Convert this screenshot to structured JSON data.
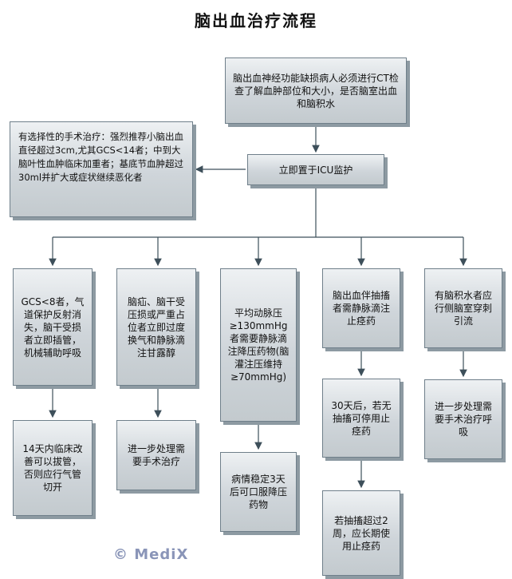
{
  "title": "脑出血治疗流程",
  "top": "脑出血神经功能缺损病人必须进行CT检查了解血肿部位和大小，是否脑室出血和脑积水",
  "icu": "立即置于ICU监护",
  "surgery": "有选择性的手术治疗：强烈推荐小脑出血直径超过3cm,尤其GCS<14者；中到大脑叶性血肿临床加重者；基底节血肿超过30ml并扩大或症状继续恶化者",
  "col1": {
    "a": "GCS<8者，气道保护反射消失，脑干受损者立即插管，机械辅助呼吸",
    "b": "14天内临床改善可以拔管，否则应行气管切开"
  },
  "col2": {
    "a": "脑疝、脑干受压损或严重占位者立即过度换气和静脉滴注甘露醇",
    "b": "进一步处理需要手术治疗"
  },
  "col3": {
    "a": "平均动脉压≥130mmHg者需要静脉滴注降压药物(脑灌注压维持≥70mmHg)",
    "b": "病情稳定3天后可口服降压药物"
  },
  "col4": {
    "a": "脑出血伴抽搐者需静脉滴注止痉药",
    "b": "30天后，若无抽搐可停用止痉药",
    "c": "若抽搐超过2周，应长期使用止痉药"
  },
  "col5": {
    "a": "有脑积水者应行侧脑室穿刺引流",
    "b": "进一步处理需要手术治疗呼吸"
  },
  "watermark": "© MediX"
}
